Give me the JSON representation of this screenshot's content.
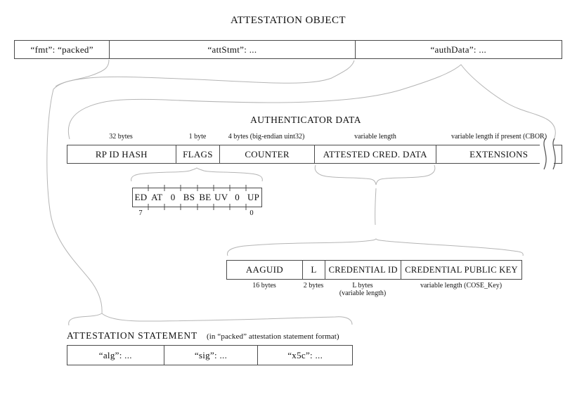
{
  "page_title": "ATTESTATION OBJECT",
  "attestation_object": {
    "fmt": "“fmt”: “packed”",
    "att_stmt": "“attStmt”: ...",
    "auth_data": "“authData”: ..."
  },
  "authenticator_data": {
    "title": "AUTHENTICATOR DATA",
    "fields": [
      {
        "label": "RP ID HASH",
        "size": "32 bytes"
      },
      {
        "label": "FLAGS",
        "size": "1 byte"
      },
      {
        "label": "COUNTER",
        "size": "4 bytes (big-endian uint32)"
      },
      {
        "label": "ATTESTED CRED. DATA",
        "size": "variable length"
      },
      {
        "label": "EXTENSIONS",
        "size": "variable length if present (CBOR)"
      }
    ]
  },
  "flags_detail": {
    "bits": [
      "ED",
      "AT",
      "0",
      "BS",
      "BE",
      "UV",
      "0",
      "UP"
    ],
    "high_bit": "7",
    "low_bit": "0"
  },
  "attested_cred_detail": {
    "fields": [
      {
        "label": "AAGUID",
        "size": "16 bytes"
      },
      {
        "label": "L",
        "size": "2 bytes"
      },
      {
        "label": "CREDENTIAL ID",
        "size": "L bytes",
        "size_note": "(variable length)"
      },
      {
        "label": "CREDENTIAL PUBLIC KEY",
        "size": "variable length (COSE_Key)"
      }
    ]
  },
  "attestation_statement": {
    "title": "ATTESTATION STATEMENT",
    "subtitle": "(in “packed” attestation statement format)",
    "cells": [
      "“alg”: ...",
      "“sig”: ...",
      "“x5c”: ..."
    ]
  }
}
